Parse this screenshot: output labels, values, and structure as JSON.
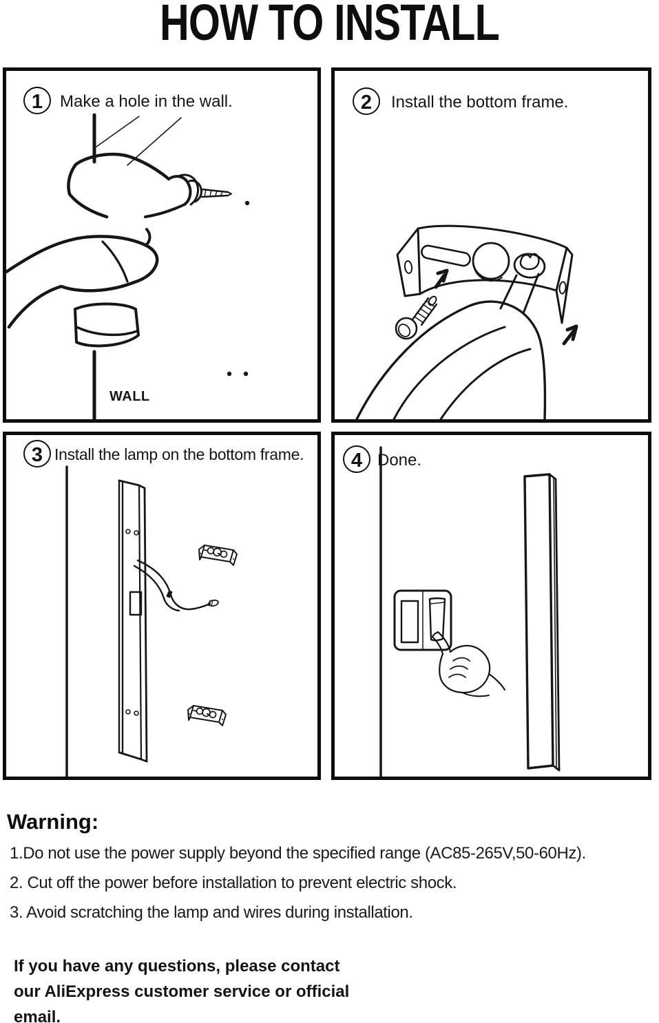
{
  "title": "HOW TO INSTALL",
  "steps": [
    {
      "number": "1",
      "caption": "Make a hole in the wall.",
      "wall_label": "WALL"
    },
    {
      "number": "2",
      "caption": "Install the bottom frame."
    },
    {
      "number": "3",
      "caption": "Install the lamp on the bottom frame."
    },
    {
      "number": "4",
      "caption": "Done."
    }
  ],
  "warning": {
    "heading": "Warning:",
    "items": [
      "1.Do not use the power supply beyond the specified range (AC85-265V,50-60Hz).",
      "2. Cut off the power before installation to prevent electric shock.",
      "3. Avoid scratching the lamp and wires during installation."
    ]
  },
  "contact": {
    "lines": [
      "If you have any questions, please contact",
      "our AliExpress customer service or official",
      "email."
    ]
  },
  "colors": {
    "ink": "#161616",
    "background": "#ffffff"
  }
}
